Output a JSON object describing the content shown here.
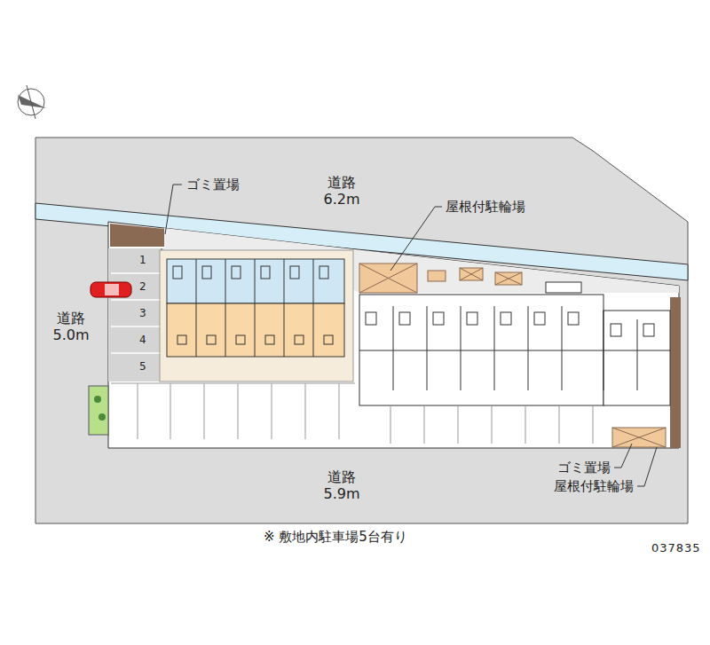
{
  "diagram": {
    "caption": "※ 敷地内駐車場5台有り",
    "labels": [
      "ゴミ置場",
      "道路 6.2m",
      "屋根付駐輪場",
      "1",
      "2",
      "道路 5.0m",
      "3",
      "4",
      "5",
      "道路 5.9m",
      "ゴミ置場",
      "屋根付駐輪場",
      "037835"
    ]
  }
}
